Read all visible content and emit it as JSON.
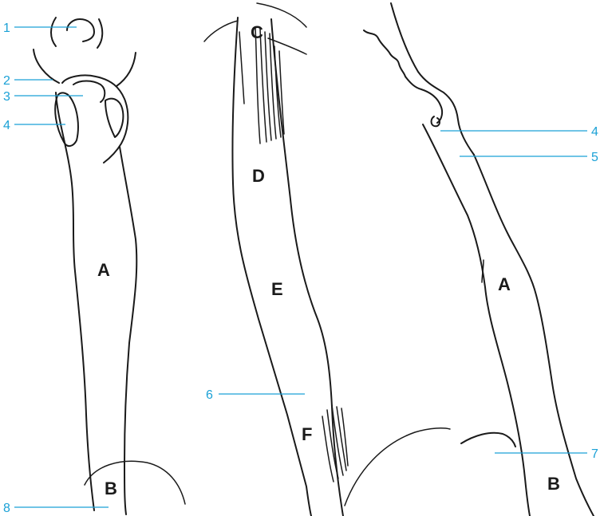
{
  "colors": {
    "label_color": "#1ba1d6",
    "line_color": "#1a1a1a",
    "background": "#ffffff"
  },
  "region_letters": {
    "left_A": "A",
    "left_B": "B",
    "middle_C": "C",
    "middle_D": "D",
    "middle_E": "E",
    "middle_F": "F",
    "right_A": "A",
    "right_B": "B"
  },
  "callouts": {
    "c1": "1",
    "c2": "2",
    "c3": "3",
    "c4_left": "4",
    "c4_right": "4",
    "c5": "5",
    "c6": "6",
    "c7": "7",
    "c8": "8"
  }
}
